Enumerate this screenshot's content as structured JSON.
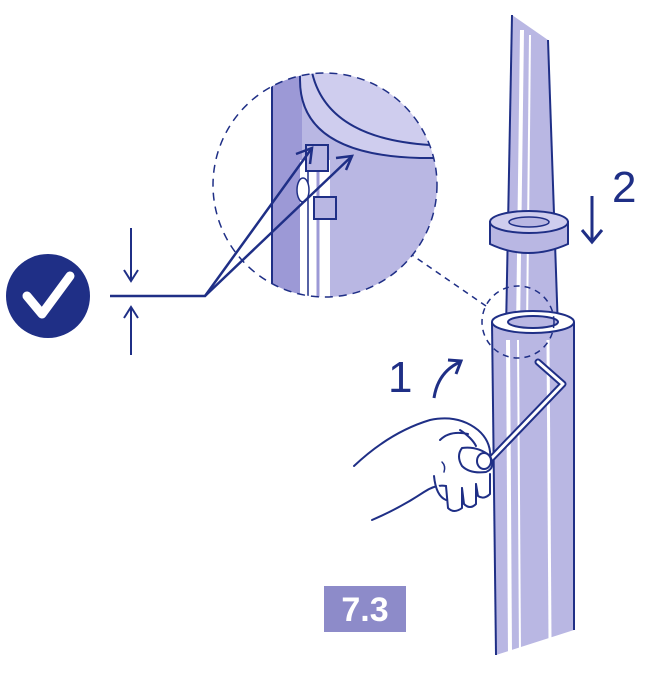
{
  "colors": {
    "navy": "#1f2f86",
    "lavender": "#b9b7e3",
    "lavender_dark": "#9c99d6",
    "badge_bg": "#8d8bc9",
    "white": "#ffffff"
  },
  "steps": {
    "step_1": "1",
    "step_2": "2"
  },
  "badge": {
    "label": "7.3"
  },
  "icons": {
    "check": "check-circle-icon",
    "arrow_up": "arrow-up-icon",
    "arrow_down": "arrow-down-icon",
    "curved_arrow": "curved-arrow-icon",
    "hand": "hand-icon",
    "hex_key": "hex-key-icon"
  }
}
